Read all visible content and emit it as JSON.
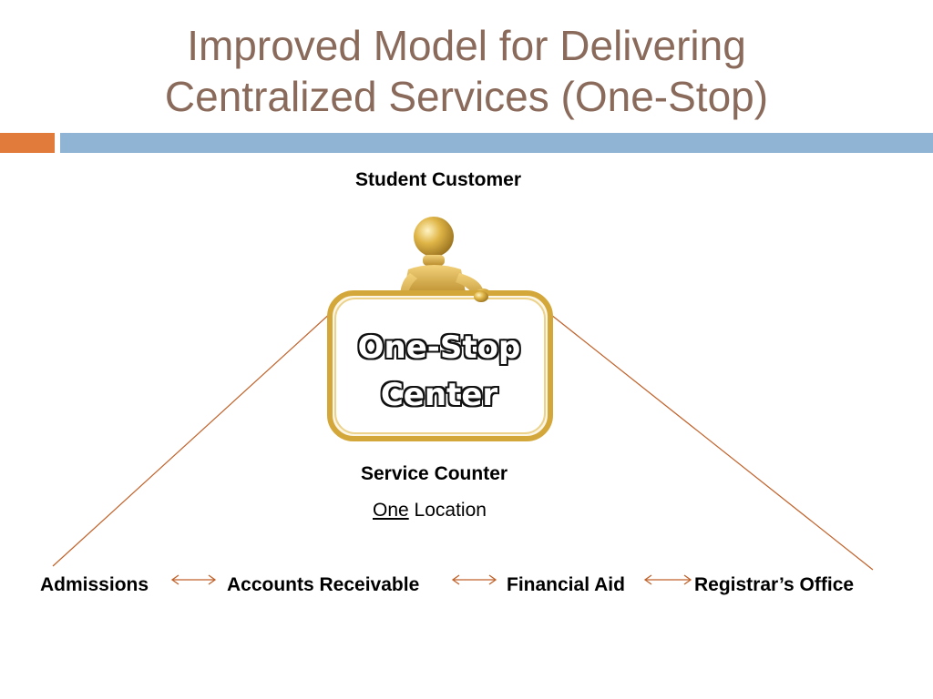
{
  "title": {
    "line1": "Improved Model for Delivering",
    "line2": "Centralized Services (One-Stop)"
  },
  "top_label": "Student Customer",
  "sign": {
    "line1": "One-Stop",
    "line2": "Center",
    "figure_icon": "gold-figure-holding-sign"
  },
  "counter": {
    "label": "Service Counter",
    "location_emphasis": "One",
    "location_rest": " Location"
  },
  "offices": [
    "Admissions",
    "Accounts Receivable",
    "Financial Aid",
    "Registrar’s Office"
  ],
  "colors": {
    "title": "#8a6a5a",
    "accent_orange": "#e07b3c",
    "accent_blue": "#8fb4d4",
    "connector": "#c0622a",
    "gold": "#d4a73a"
  }
}
